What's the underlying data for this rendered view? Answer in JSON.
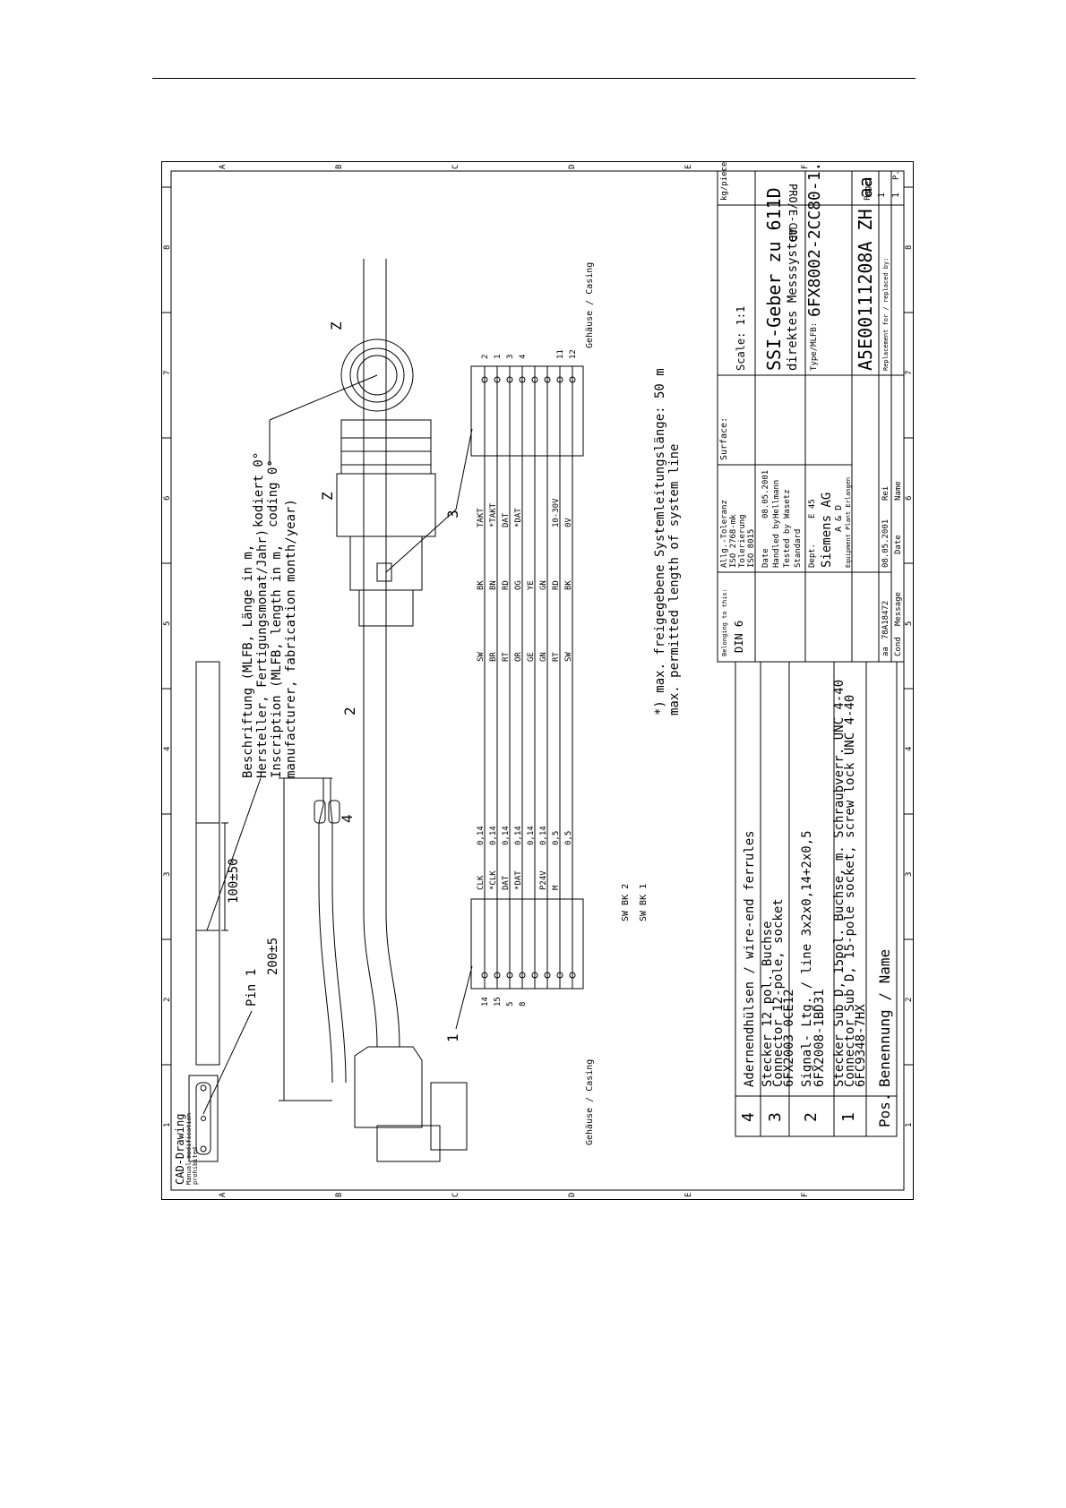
{
  "stamp_topleft": "CAD-Drawing",
  "stamp_note": [
    "Manual modification",
    "prohibited"
  ],
  "software": "PRO/E-CAD",
  "grid_numbers": [
    "1",
    "2",
    "3",
    "4",
    "5",
    "6",
    "7",
    "8"
  ],
  "grid_letters": [
    "A",
    "B",
    "C",
    "D",
    "E",
    "F"
  ],
  "inscription": [
    "Beschriftung (MLFB, Länge in m,",
    "Hersteller, Fertigungsmonat/Jahr)",
    "Inscription (MLFB, length in m,",
    "manufacturer, fabrication month/year)"
  ],
  "coding": [
    "kodiert 0°",
    "coding 0°"
  ],
  "view_label": "Z",
  "pin_label": "Pin 1",
  "dim_100": "100±50",
  "dim_200": "200±5",
  "callouts": [
    "1",
    "2",
    "3",
    "4"
  ],
  "housing_label": "Gehäuse / Casing",
  "left_pins": [
    "14",
    "15",
    "5",
    "8"
  ],
  "right_pins": [
    "2",
    "1",
    "3",
    "4",
    "11",
    "12"
  ],
  "signals_left": [
    "CLK",
    "*CLK",
    "DAT",
    "*DAT",
    "",
    "P24V",
    "M"
  ],
  "sizes": [
    "0,14",
    "0,14",
    "0,14",
    "0,14",
    "0,14",
    "0,14",
    "0,5",
    "0,5"
  ],
  "colors_de": [
    "SW",
    "BR",
    "RT",
    "OR",
    "GE",
    "GN",
    "RT",
    "SW"
  ],
  "colors_en": [
    "BK",
    "BN",
    "RD",
    "OG",
    "YE",
    "GN",
    "RD",
    "BK"
  ],
  "signals_right": [
    "TAKT",
    "*TAKT",
    "DAT",
    "*DAT",
    "",
    "",
    "10-30V",
    "0V"
  ],
  "swbk": [
    "SW BK  2",
    "SW BK  1"
  ],
  "footnote": [
    "*) max. freigegebene Systemleitungslänge: 50 m",
    "   max. permitted length of system line"
  ],
  "parts": [
    {
      "pos": "4",
      "lines": [
        "Adernendhülsen / wire-end ferrules"
      ]
    },
    {
      "pos": "3",
      "lines": [
        "Stecker 12 pol. Buchse",
        "Connector 12-pole, socket",
        "6FX2003-0CE12"
      ]
    },
    {
      "pos": "2",
      "lines": [
        "Signal- Ltg. / line 3x2x0,14+2x0,5",
        "6FX2008-1BD31"
      ]
    },
    {
      "pos": "1",
      "lines": [
        "Stecker Sub D, 15pol. Buchse, m. Schraubverr. UNC 4-40",
        "Connector Sub D, 15-pole socket, screw lock UNC 4-40",
        "6FC9348-7HX"
      ]
    }
  ],
  "parts_header": {
    "pos": "Pos.",
    "name": "Benennung / Name"
  },
  "title_block": {
    "belonging": "Belonging to this:",
    "din": "DIN 6",
    "tolerance": [
      "Allg.-Toleranz",
      "ISO 2768-mk",
      "Tolerierung",
      "ISO 8015"
    ],
    "surface": "Surface:",
    "scale": "Scale: 1:1",
    "kg": "kg/piece:",
    "date_label": "Date",
    "date": "08.05.2001",
    "handled_label": "Handled by",
    "handled": "Hellmann",
    "tested_label": "Tested by",
    "tested": "Wasetz",
    "standard_label": "Standard",
    "dept_label": "Dept.",
    "dept": "E 45",
    "company": "Siemens AG",
    "division": "A & D",
    "plant": "Equipment Plant Erlangen",
    "title1": "SSI-Geber zu 611D",
    "title2": "direktes Messsystem",
    "type_label": "Type/MLFB:",
    "type_value": "6FX8002-2CC80-1...",
    "drawing_no": "A5E00111208A ZH aa",
    "replacement": "Replacement for / replaced by:",
    "page_label": "Page:",
    "page_value": "1",
    "page_of": "1",
    "page_p": "P.",
    "rev_aa": "aa",
    "rev_no": "78A18472",
    "rev_date": "08.05.2001",
    "rev_rei": "Rei",
    "cond": "Cond",
    "message": "Message",
    "date2": "Date",
    "name": "Name"
  }
}
